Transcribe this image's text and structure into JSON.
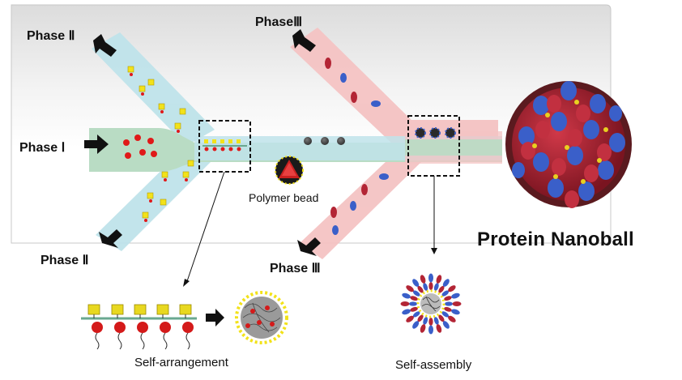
{
  "labels": {
    "phase_top_left": "Phase Ⅱ",
    "phase_bottom_left": "Phase Ⅱ",
    "phase_middle": "Phase Ⅰ",
    "phase_top_right": "PhaseⅢ",
    "phase_bottom_right": "Phase Ⅲ",
    "polymer_bead": "Polymer bead",
    "product": "Protein Nanoball",
    "caption_left": "Self-arrangement",
    "caption_right": "Self-assembly"
  },
  "colors": {
    "phase1_channel": "#b9dcc4",
    "phase2_channel": "#bfe3ea",
    "phase3_channel": "#f4c3c3",
    "red_bead": "#e01919",
    "yellow_marker": "#f2e21a",
    "blue_protein": "#3a5fc9",
    "red_protein": "#b32535",
    "arrow": "#111111"
  }
}
